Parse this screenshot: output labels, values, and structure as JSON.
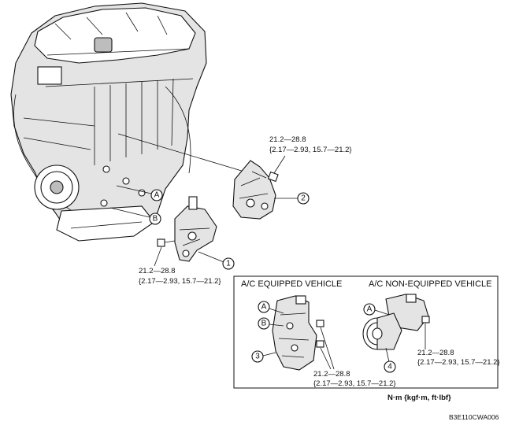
{
  "torque": {
    "main_right_a": "21.2—28.8",
    "main_right_b": "{2.17—2.93, 15.7—21.2}",
    "main_left_a": "21.2—28.8",
    "main_left_b": "{2.17—2.93, 15.7—21.2}",
    "inset_equipped_a": "21.2—28.8",
    "inset_equipped_b": "{2.17—2.93, 15.7—21.2}",
    "inset_nonequipped_a": "21.2—28.8",
    "inset_nonequipped_b": "{2.17—2.93, 15.7—21.2}"
  },
  "callouts": {
    "part1": "1",
    "part2": "2",
    "part3": "3",
    "part4": "4",
    "point_a_main": "A",
    "point_b_main": "B",
    "point_a_equipped": "A",
    "point_b_equipped": "B",
    "point_a_nonequipped": "A"
  },
  "inset": {
    "equipped_title": "A/C EQUIPPED VEHICLE",
    "nonequipped_title": "A/C NON-EQUIPPED VEHICLE"
  },
  "units_note": "N·m {kgf·m, ft·lbf}",
  "figure_code": "B3E110CWA006"
}
